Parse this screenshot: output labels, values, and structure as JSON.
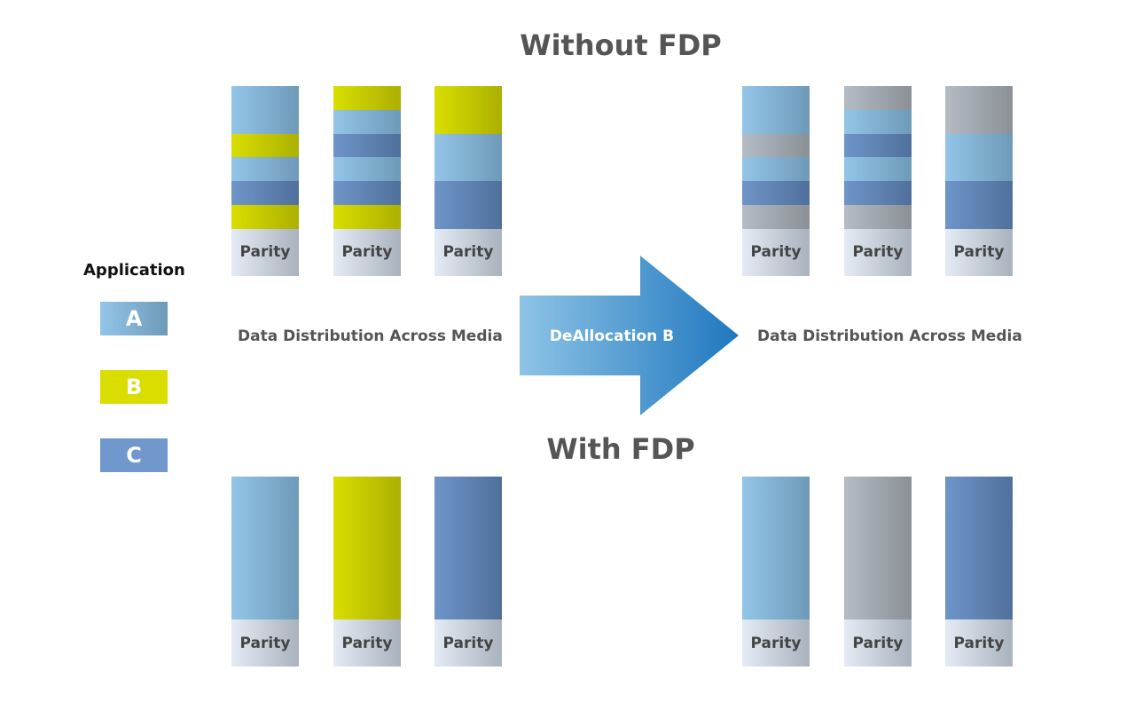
{
  "titles": {
    "top": "Without FDP",
    "bottom": "With FDP"
  },
  "legend": {
    "title": "Application",
    "items": [
      {
        "key": "A",
        "label": "A",
        "color": "#93c5e8"
      },
      {
        "key": "B",
        "label": "B",
        "color": "#d9de00"
      },
      {
        "key": "C",
        "label": "C",
        "color": "#7098cc"
      }
    ]
  },
  "arrow": {
    "label": "DeAllocation B",
    "color_start": "#8ec3e6",
    "color_end": "#1f78bf"
  },
  "captions": {
    "left": "Data Distribution Across Media",
    "right": "Data Distribution Across Media"
  },
  "parity_label": "Parity",
  "slot_count": 6,
  "stacks": {
    "top_left": [
      [
        [
          "A",
          2
        ],
        [
          "B",
          1
        ],
        [
          "A",
          1
        ],
        [
          "C",
          1
        ],
        [
          "B",
          1
        ]
      ],
      [
        [
          "B",
          1
        ],
        [
          "A",
          1
        ],
        [
          "C",
          1
        ],
        [
          "A",
          1
        ],
        [
          "C",
          1
        ],
        [
          "B",
          1
        ]
      ],
      [
        [
          "B",
          2
        ],
        [
          "A",
          2
        ],
        [
          "C",
          2
        ]
      ]
    ],
    "top_right": [
      [
        [
          "A",
          2
        ],
        [
          "G",
          1
        ],
        [
          "A",
          1
        ],
        [
          "C",
          1
        ],
        [
          "G",
          1
        ]
      ],
      [
        [
          "G",
          1
        ],
        [
          "A",
          1
        ],
        [
          "C",
          1
        ],
        [
          "A",
          1
        ],
        [
          "C",
          1
        ],
        [
          "G",
          1
        ]
      ],
      [
        [
          "G",
          2
        ],
        [
          "A",
          2
        ],
        [
          "C",
          2
        ]
      ]
    ],
    "bottom_left": [
      [
        [
          "A",
          6
        ]
      ],
      [
        [
          "B",
          6
        ]
      ],
      [
        [
          "C",
          6
        ]
      ]
    ],
    "bottom_right": [
      [
        [
          "A",
          6
        ]
      ],
      [
        [
          "G",
          6
        ]
      ],
      [
        [
          "C",
          6
        ]
      ]
    ]
  }
}
